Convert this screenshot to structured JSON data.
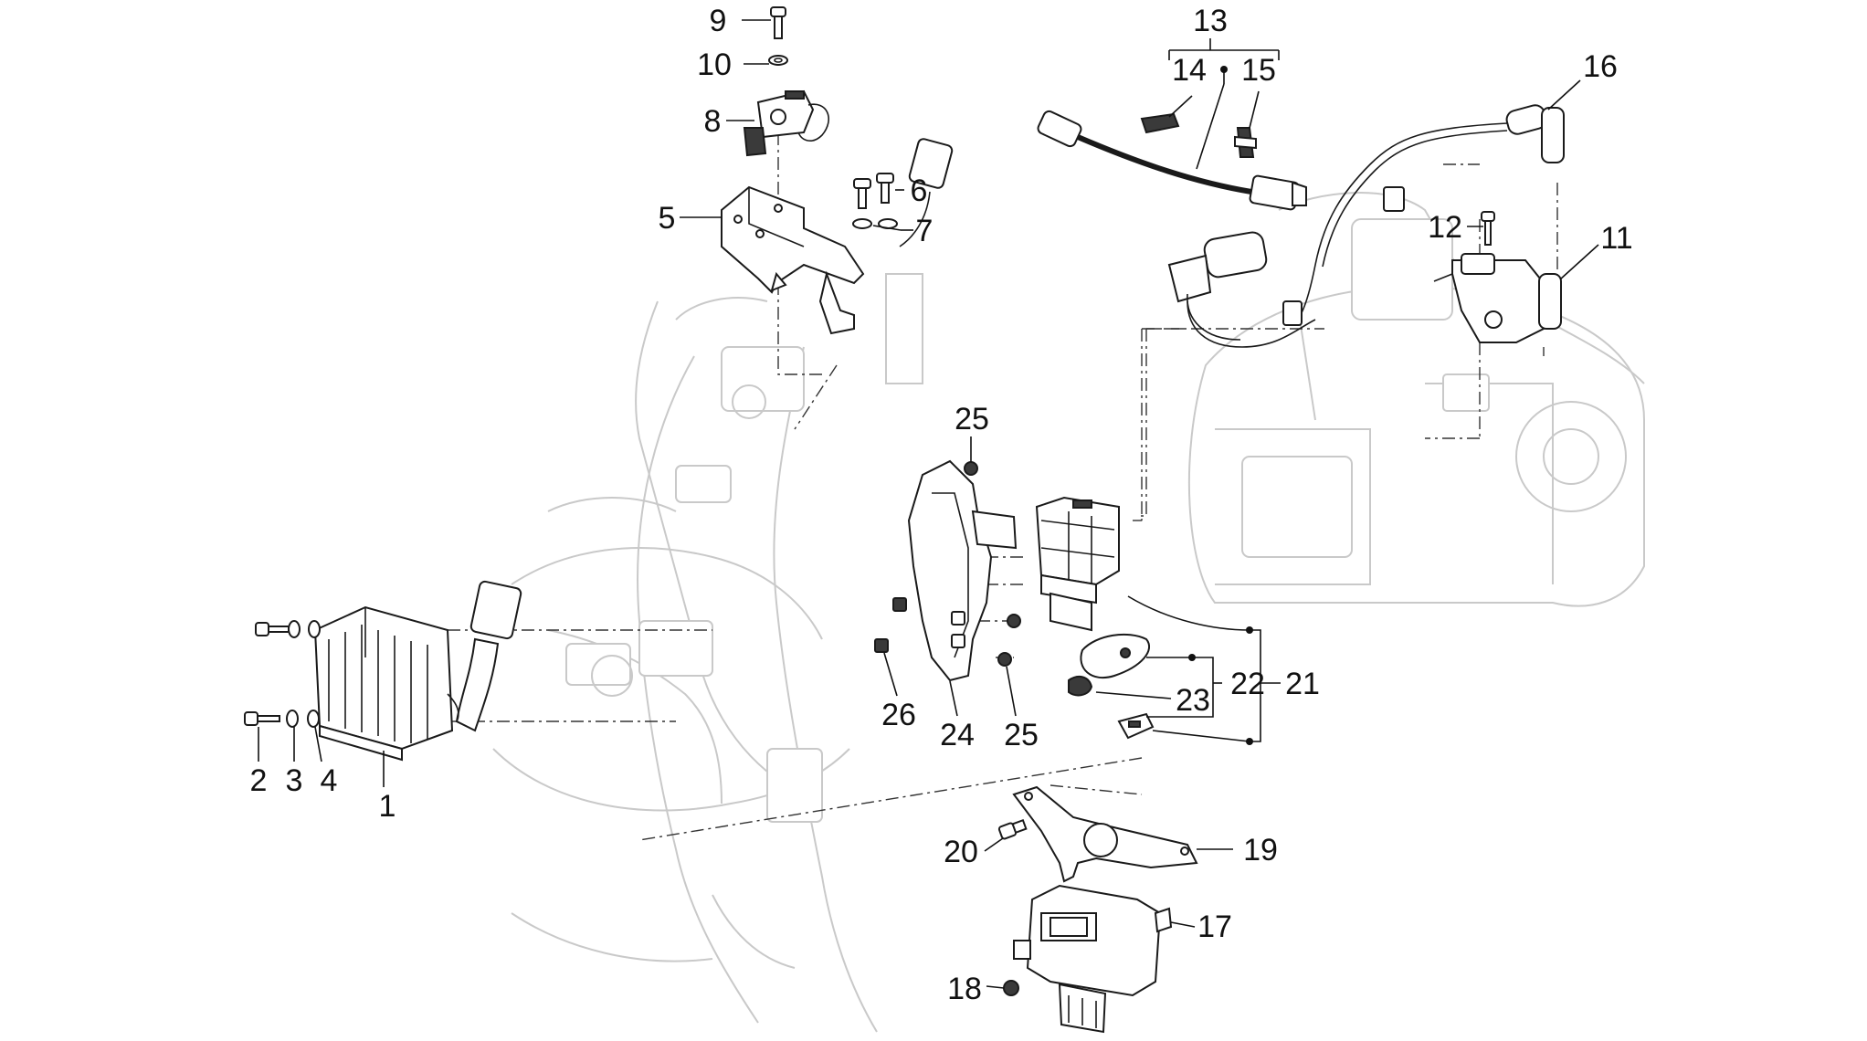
{
  "diagram": {
    "callouts": {
      "c1": "1",
      "c2": "2",
      "c3": "3",
      "c4": "4",
      "c5": "5",
      "c6": "6",
      "c7": "7",
      "c8": "8",
      "c9": "9",
      "c10": "10",
      "c11": "11",
      "c12": "12",
      "c13": "13",
      "c14": "14",
      "c15": "15",
      "c16": "16",
      "c17": "17",
      "c18": "18",
      "c19": "19",
      "c20": "20",
      "c21": "21",
      "c22": "22",
      "c23": "23",
      "c24": "24",
      "c25a": "25",
      "c25b": "25",
      "c26": "26"
    },
    "colors": {
      "ink": "#111111",
      "ghost": "#c9c9c9",
      "background": "#ffffff"
    }
  }
}
